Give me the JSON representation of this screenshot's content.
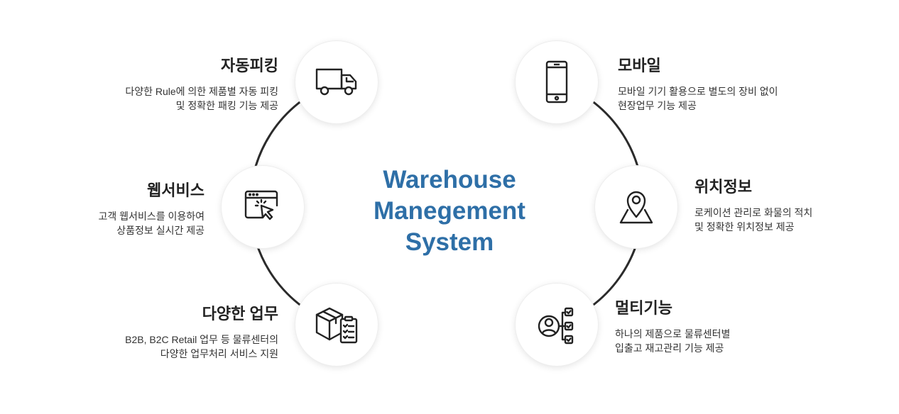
{
  "center_title": {
    "line1": "Warehouse",
    "line2": "Manegement",
    "line3": "System"
  },
  "accent_color": "#2e6fa7",
  "features": {
    "picking": {
      "title": "자동피킹",
      "desc1": "다양한 Rule에 의한 제품별 자동 피킹",
      "desc2": "및 정확한 패킹 기능 제공",
      "icon": "truck-icon"
    },
    "webservice": {
      "title": "웹서비스",
      "desc1": "고객 웹서비스를 이용하여",
      "desc2": "상품정보 실시간 제공",
      "icon": "browser-click-icon"
    },
    "various": {
      "title": "다양한 업무",
      "desc1": "B2B, B2C Retail 업무 등 물류센터의",
      "desc2": "다양한 업무처리 서비스 지원",
      "icon": "box-checklist-icon"
    },
    "mobile": {
      "title": "모바일",
      "desc1": "모바일 기기 활용으로 별도의 장비 없이",
      "desc2": "현장업무 기능 제공",
      "icon": "smartphone-icon"
    },
    "location": {
      "title": "위치정보",
      "desc1": "로케이션 관리로 화물의 적치",
      "desc2": "및 정확한 위치정보 제공",
      "icon": "map-pin-icon"
    },
    "multi": {
      "title": "멀티기능",
      "desc1": "하나의 제품으로 물류센터별",
      "desc2": "입출고 재고관리 기능 제공",
      "icon": "user-checklist-icon"
    }
  }
}
